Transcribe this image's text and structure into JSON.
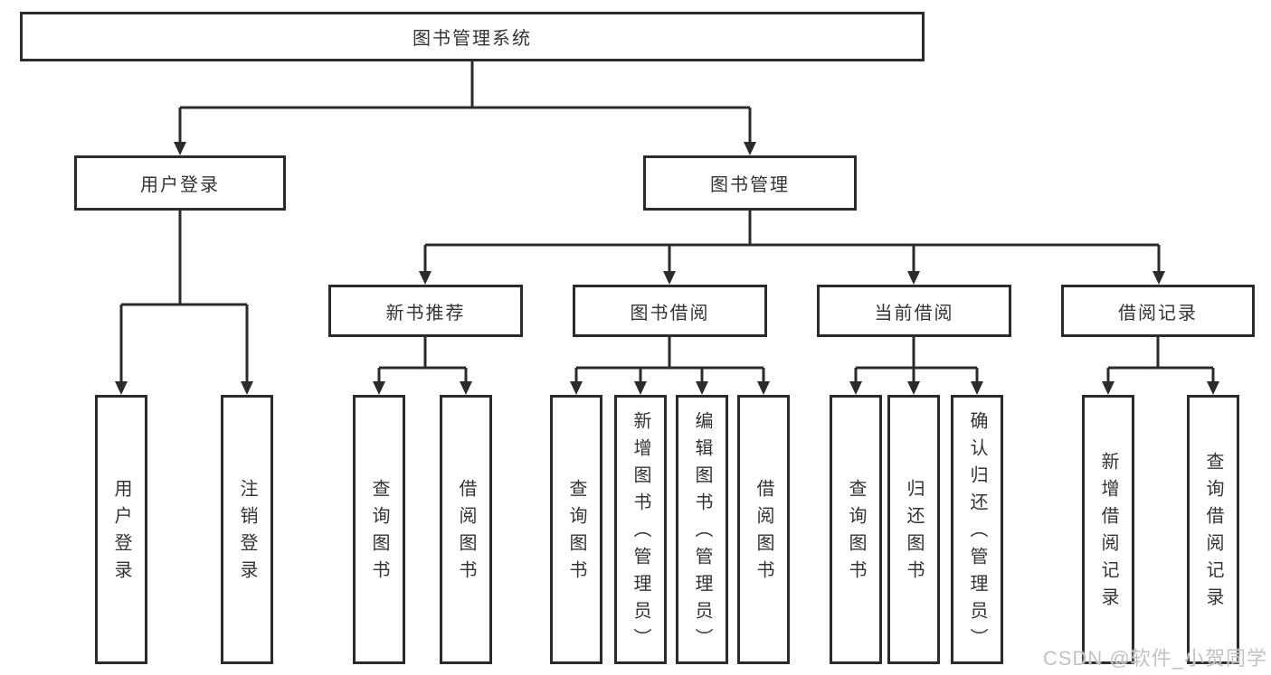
{
  "tree": {
    "root": "图书管理系统",
    "branches": [
      {
        "label": "用户登录",
        "children": [
          "用户登录",
          "注销登录"
        ]
      },
      {
        "label": "图书管理",
        "modules": [
          {
            "label": "新书推荐",
            "children": [
              "查询图书",
              "借阅图书"
            ]
          },
          {
            "label": "图书借阅",
            "children": [
              "查询图书",
              "新增图书（管理员）",
              "编辑图书（管理员）",
              "借阅图书"
            ]
          },
          {
            "label": "当前借阅",
            "children": [
              "查询图书",
              "归还图书",
              "确认归还（管理员）"
            ]
          },
          {
            "label": "借阅记录",
            "children": [
              "新增借阅记录",
              "查询借阅记录"
            ]
          }
        ]
      }
    ]
  },
  "watermark": "CSDN @软件_小贺同学",
  "colors": {
    "line": "#2b2b2b",
    "text": "#333333",
    "watermark": "#c2c2c2",
    "background": "#ffffff"
  }
}
